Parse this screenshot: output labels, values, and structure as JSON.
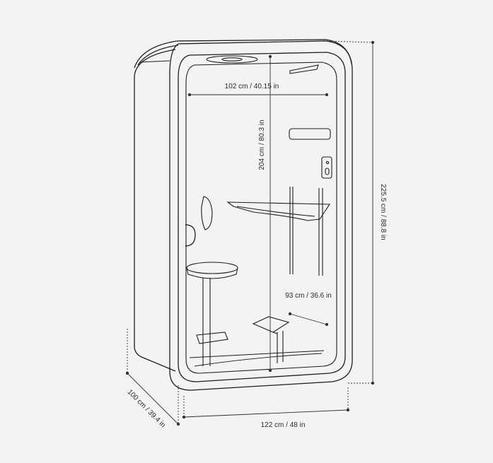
{
  "diagram": {
    "dimensions": {
      "inner_width": "102 cm / 40.15 in",
      "inner_height": "204 cm / 80.3 in",
      "outer_height": "225.5 cm / 88.8 in",
      "inner_depth": "93 cm / 36.6 in",
      "outer_depth": "100 cm / 39.4 in",
      "outer_width": "122 cm / 48 in"
    },
    "colors": {
      "background": "#f3f3f3",
      "line": "#1e1e1e",
      "dim_line": "#333333"
    }
  }
}
